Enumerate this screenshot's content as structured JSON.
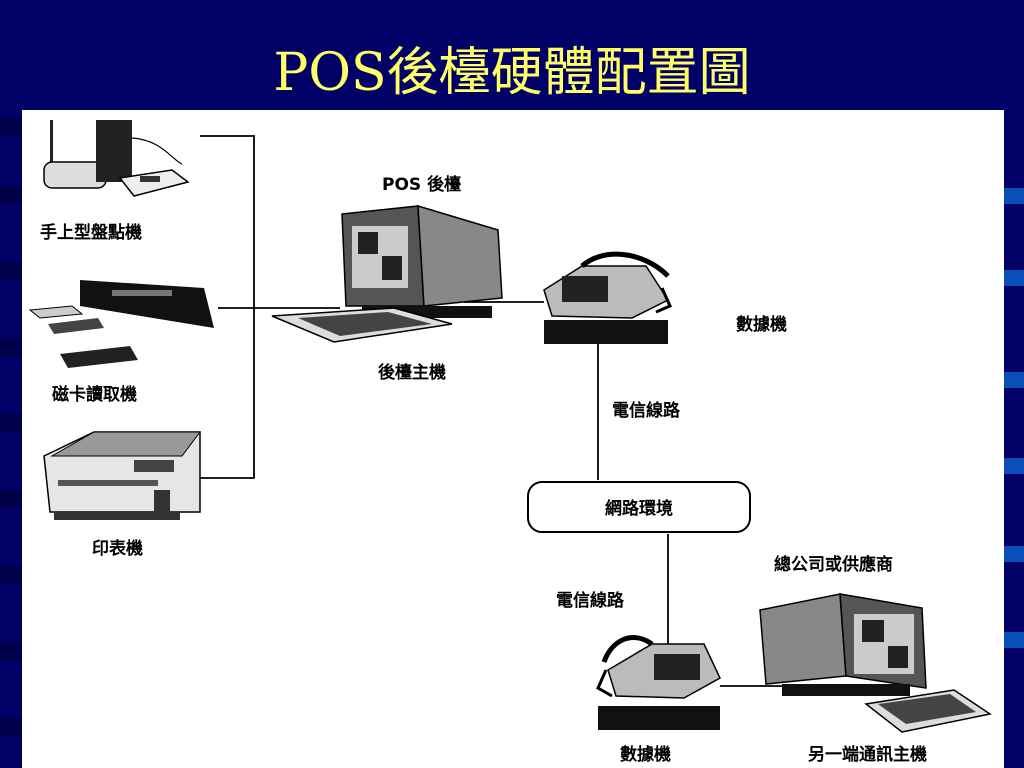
{
  "slide": {
    "title": "POS後檯硬體配置圖"
  },
  "labels": {
    "handheld": "手上型盤點機",
    "card_reader": "磁卡讀取機",
    "printer": "印表機",
    "pos_backend": "POS 後檯",
    "backend_host": "後檯主機",
    "modem_top": "數據機",
    "telecom_top": "電信線路",
    "network": "網路環境",
    "telecom_bottom": "電信線路",
    "hq": "總公司或供應商",
    "modem_bottom": "數據機",
    "remote_host": "另一端通訊主機"
  }
}
